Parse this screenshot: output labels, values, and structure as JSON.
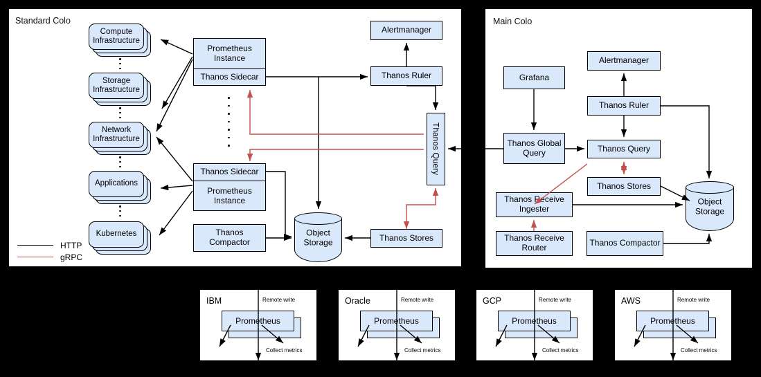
{
  "theme": {
    "node_fill": "#dae8fc",
    "node_stroke": "#000000",
    "http_color": "#000000",
    "grpc_color": "#c0504d",
    "panel_bg": "#ffffff",
    "page_bg": "#000000"
  },
  "panels": {
    "standard_colo": {
      "title": "Standard Colo"
    },
    "main_colo": {
      "title": "Main Colo"
    }
  },
  "legend": {
    "items": [
      {
        "label": "HTTP",
        "color": "#000000"
      },
      {
        "label": "gRPC",
        "color": "#c0504d"
      }
    ]
  },
  "standard_colo": {
    "targets": [
      {
        "label": "Compute Infrastructure"
      },
      {
        "label": "Storage Infrastructure"
      },
      {
        "label": "Network Infrastructure"
      },
      {
        "label": "Applications"
      },
      {
        "label": "Kubernetes"
      }
    ],
    "prom_top": {
      "instance": "Prometheus Instance",
      "sidecar": "Thanos Sidecar"
    },
    "prom_bottom": {
      "sidecar": "Thanos Sidecar",
      "instance": "Prometheus Instance"
    },
    "nodes": {
      "alertmanager": "Alertmanager",
      "thanos_ruler": "Thanos Ruler",
      "thanos_query": "Thanos Query",
      "thanos_compactor": "Thanos Compactor",
      "object_storage": "Object Storage",
      "thanos_stores": "Thanos Stores"
    }
  },
  "main_colo": {
    "nodes": {
      "grafana": "Grafana",
      "alertmanager": "Alertmanager",
      "thanos_ruler": "Thanos Ruler",
      "thanos_global_query": "Thanos Global Query",
      "thanos_query": "Thanos Query",
      "thanos_stores": "Thanos Stores",
      "thanos_receive_ingester": "Thanos Receive Ingester",
      "thanos_receive_router": "Thanos Receive Router",
      "thanos_compactor": "Thanos Compactor",
      "object_storage": "Object Storage"
    }
  },
  "clouds": [
    {
      "name": "IBM",
      "prometheus": "Prometheus",
      "remote_write": "Remote write",
      "collect_metrics": "Collect metrics"
    },
    {
      "name": "Oracle",
      "prometheus": "Prometheus",
      "remote_write": "Remote write",
      "collect_metrics": "Collect metrics"
    },
    {
      "name": "GCP",
      "prometheus": "Prometheus",
      "remote_write": "Remote write",
      "collect_metrics": "Collect metrics"
    },
    {
      "name": "AWS",
      "prometheus": "Prometheus",
      "remote_write": "Remote write",
      "collect_metrics": "Collect metrics"
    }
  ]
}
